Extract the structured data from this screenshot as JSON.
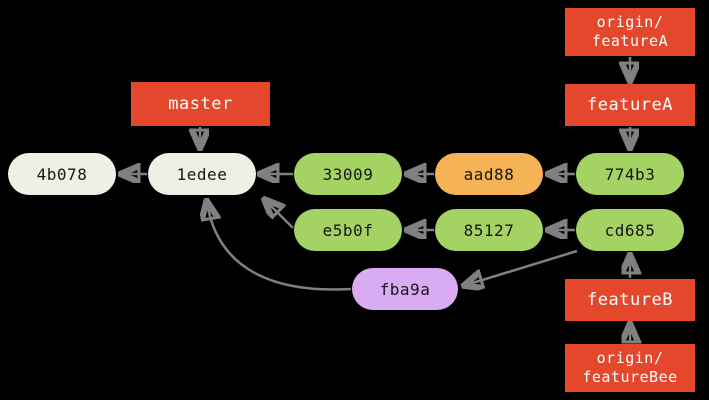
{
  "diagram_type": "git-commit-graph",
  "colors": {
    "background": "#000000",
    "branch_label": "#e5472d",
    "branch_text": "#ffffff",
    "commit_default": "#f0efe6",
    "commit_green": "#a5d363",
    "commit_orange": "#f6b355",
    "commit_purple": "#d9abf2",
    "commit_text": "#161616",
    "arrow": "#808080"
  },
  "commits": [
    {
      "label": "4b078",
      "variant": "default"
    },
    {
      "label": "1edee",
      "variant": "default"
    },
    {
      "label": "33009",
      "variant": "green"
    },
    {
      "label": "aad88",
      "variant": "orange"
    },
    {
      "label": "774b3",
      "variant": "green"
    },
    {
      "label": "e5b0f",
      "variant": "green"
    },
    {
      "label": "85127",
      "variant": "green"
    },
    {
      "label": "cd685",
      "variant": "green"
    },
    {
      "label": "fba9a",
      "variant": "purple"
    }
  ],
  "branches": [
    {
      "label": "origin/\nfeatureA"
    },
    {
      "label": "featureA"
    },
    {
      "label": "master"
    },
    {
      "label": "featureB"
    },
    {
      "label": "origin/\nfeatureBee"
    }
  ],
  "edges": [
    {
      "from": "1edee",
      "to": "4b078"
    },
    {
      "from": "33009",
      "to": "1edee"
    },
    {
      "from": "aad88",
      "to": "33009"
    },
    {
      "from": "774b3",
      "to": "aad88"
    },
    {
      "from": "e5b0f",
      "to": "1edee"
    },
    {
      "from": "85127",
      "to": "e5b0f"
    },
    {
      "from": "cd685",
      "to": "85127"
    },
    {
      "from": "cd685",
      "to": "fba9a"
    },
    {
      "from": "fba9a",
      "to": "1edee"
    },
    {
      "from": "master",
      "to": "1edee"
    },
    {
      "from": "origin/featureA",
      "to": "featureA"
    },
    {
      "from": "featureA",
      "to": "774b3"
    },
    {
      "from": "featureB",
      "to": "cd685"
    },
    {
      "from": "origin/featureBee",
      "to": "featureB"
    }
  ]
}
